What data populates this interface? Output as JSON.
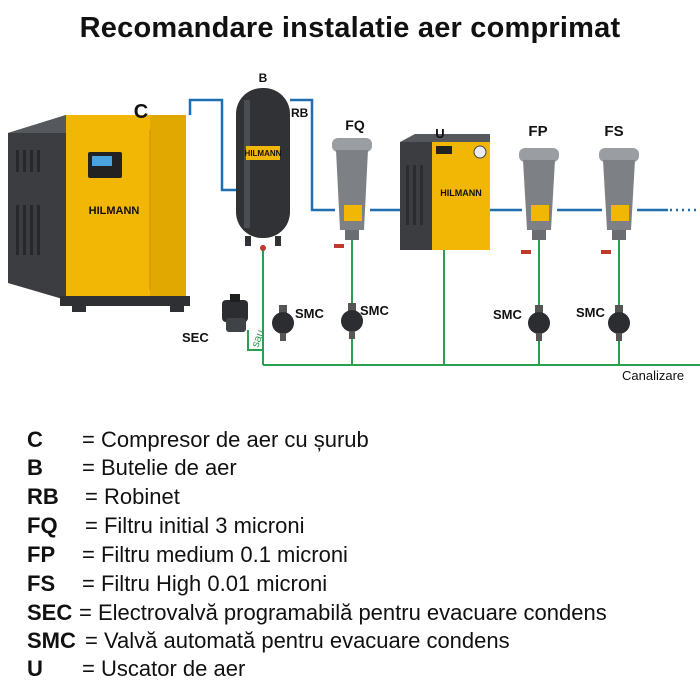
{
  "title": "Recomandare instalatie aer comprimat",
  "brand": "HILMANN",
  "diagram_labels": {
    "C": "C",
    "B": "B",
    "RB": "RB",
    "FQ": "FQ",
    "U": "U",
    "FP": "FP",
    "FS": "FS",
    "SEC": "SEC",
    "sau": "sau",
    "SMC": "SMC",
    "Canalizare": "Canalizare"
  },
  "colors": {
    "air_line": "#1f6fb0",
    "drain_line": "#2e9e4f",
    "yellow": "#f2b705",
    "dark_grey": "#3b3d40"
  },
  "legend": [
    {
      "code": "C",
      "sep": "=",
      "text": "Compresor de aer cu șurub"
    },
    {
      "code": "B",
      "sep": "=",
      "text": "Butelie de aer"
    },
    {
      "code": "RB",
      "sep": "=",
      "text": "Robinet"
    },
    {
      "code": "FQ",
      "sep": "=",
      "text": "Filtru initial 3 microni"
    },
    {
      "code": "FP",
      "sep": "=",
      "text": "Filtru medium 0.1 microni"
    },
    {
      "code": "FS",
      "sep": "=",
      "text": "Filtru High 0.01 microni"
    },
    {
      "code": "SEC",
      "sep": "=",
      "text": "Electrovalvă programabilă pentru evacuare condens"
    },
    {
      "code": "SMC",
      "sep": "=",
      "text": "Valvă automată pentru evacuare condens"
    },
    {
      "code": "U",
      "sep": "=",
      "text": "Uscator de aer"
    }
  ]
}
